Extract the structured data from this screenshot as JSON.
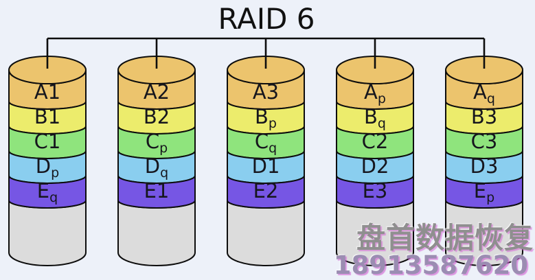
{
  "title": "RAID 6",
  "colors": {
    "background": "#edf1f9",
    "outline": "#0d0d0d",
    "title": "#111111",
    "label": "#16161d",
    "top": "#ecc46d",
    "body": "#dcdcdc",
    "rows": [
      "#ecc46d",
      "#ecec6c",
      "#8fe47d",
      "#8aceef",
      "#7656e4"
    ],
    "watermark_text": "#8f8f8f",
    "watermark_phone": "#9b8db2"
  },
  "disks": [
    {
      "stripes": [
        {
          "t": "A1"
        },
        {
          "t": "B1"
        },
        {
          "t": "C1"
        },
        {
          "t": "D",
          "s": "p"
        },
        {
          "t": "E",
          "s": "q"
        }
      ]
    },
    {
      "stripes": [
        {
          "t": "A2"
        },
        {
          "t": "B2"
        },
        {
          "t": "C",
          "s": "p"
        },
        {
          "t": "D",
          "s": "q"
        },
        {
          "t": "E1"
        }
      ]
    },
    {
      "stripes": [
        {
          "t": "A3"
        },
        {
          "t": "B",
          "s": "p"
        },
        {
          "t": "C",
          "s": "q"
        },
        {
          "t": "D1"
        },
        {
          "t": "E2"
        }
      ]
    },
    {
      "stripes": [
        {
          "t": "A",
          "s": "p"
        },
        {
          "t": "B",
          "s": "q"
        },
        {
          "t": "C2"
        },
        {
          "t": "D2"
        },
        {
          "t": "E3"
        }
      ]
    },
    {
      "stripes": [
        {
          "t": "A",
          "s": "q"
        },
        {
          "t": "B3"
        },
        {
          "t": "C3"
        },
        {
          "t": "D3"
        },
        {
          "t": "E",
          "s": "p"
        }
      ]
    }
  ],
  "watermark": {
    "line1": "盘首数据恢复",
    "line2": "18913587620"
  }
}
